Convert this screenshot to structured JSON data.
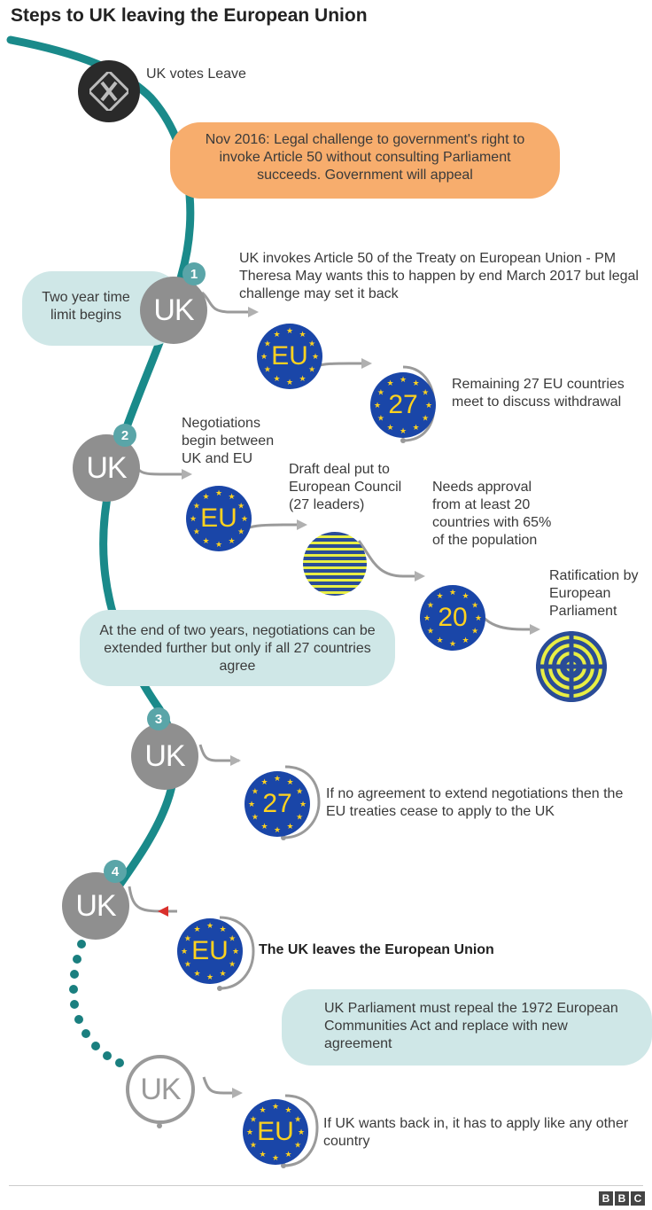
{
  "title": "Steps to UK leaving the European Union",
  "vote": {
    "label": "UK votes Leave",
    "icon": "ballot-cross-icon"
  },
  "legal_challenge": "Nov 2016: Legal challenge to government's right to invoke Article 50 without consulting Parliament succeeds. Government will appeal",
  "two_year_limit": "Two year time limit begins",
  "uk_label": "UK",
  "step_numbers": [
    "1",
    "2",
    "3",
    "4"
  ],
  "step1_text": "UK invokes Article 50 of the Treaty on European Union - PM Theresa May wants this to happen by end March 2017 but legal challenge may set it back",
  "eu_label": "EU",
  "remaining27_label": "27",
  "remaining27_text": "Remaining 27 EU countries meet to discuss withdrawal",
  "negotiations_text": "Negotiations begin between UK and EU",
  "draft_deal_text": "Draft deal put to European Council (27 leaders)",
  "approval_text": "Needs approval from at least 20 countries with 65% of the population",
  "approval_label": "20",
  "ratification_text": "Ratification by European Parliament",
  "extension_text": "At the end of two years, negotiations can be extended further but only if all 27 countries agree",
  "no_agreement_text": "If no agreement to extend negotiations then the EU treaties cease to apply to the UK",
  "leaves_text": "The UK leaves the European Union",
  "repeal_text": "UK Parliament must repeal the 1972 European Communities Act and replace with new agreement",
  "back_in_text": "If UK wants back in, it has to apply like any other country",
  "footer_logo": [
    "B",
    "B",
    "C"
  ],
  "colors": {
    "teal_path": "#1a8a8a",
    "orange_bubble": "#f7ad6d",
    "teal_bubble": "#cfe7e7",
    "eu_blue": "#1a46a8",
    "eu_yellow": "#ffd21f",
    "uk_grey": "#8f8f8f",
    "arrow_red": "#d9302c"
  }
}
